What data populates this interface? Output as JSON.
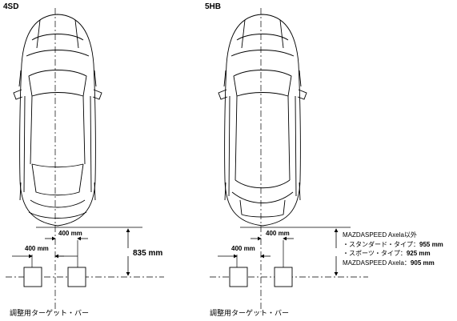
{
  "left_panel": {
    "variant_label": "4SD",
    "offset_dim_label": "400 mm",
    "spacing_dim_label": "400 mm",
    "height_dim_label": "835 mm",
    "caption": "調整用ターゲット・バー"
  },
  "right_panel": {
    "variant_label": "5HB",
    "offset_dim_label": "400 mm",
    "spacing_dim_label": "400 mm",
    "notes": {
      "line1": "MAZDASPEED Axela以外",
      "line2_prefix": "・スタンダード・タイプ：",
      "line2_value": "955 mm",
      "line3_prefix": "・スポーツ・タイプ：",
      "line3_value": "925 mm",
      "line4_prefix": "MAZDASPEED Axela：",
      "line4_value": "905 mm"
    },
    "caption": "調整用ターゲット・バー"
  }
}
